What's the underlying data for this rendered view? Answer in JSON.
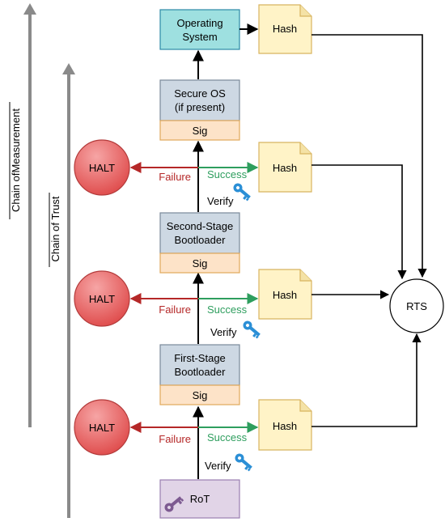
{
  "axes": {
    "measurement": "Chain ofMeasurement",
    "trust": "Chain of Trust"
  },
  "blocks": {
    "os": [
      "Operating",
      "System"
    ],
    "secure_os": [
      "Secure OS",
      "(if present)"
    ],
    "second_stage": [
      "Second-Stage",
      "Bootloader"
    ],
    "first_stage": [
      "First-Stage",
      "Bootloader"
    ],
    "rot": "RoT",
    "sig": "Sig"
  },
  "hash_label": "Hash",
  "halt_label": "HALT",
  "rts_label": "RTS",
  "edge_labels": {
    "failure": "Failure",
    "success": "Success",
    "verify": "Verify"
  },
  "colors": {
    "os_fill": "#9ee0e0",
    "os_stroke": "#2c8aa6",
    "stage_fill": "#cdd8e3",
    "stage_stroke": "#7a8a9a",
    "sig_fill": "#fde3c8",
    "sig_stroke": "#e0a85a",
    "hash_fill": "#fff3c7",
    "hash_stroke": "#d8b460",
    "halt_fill": "#e85c5c",
    "halt_stroke": "#b33b3b",
    "rot_fill": "#e1d4e7",
    "rot_stroke": "#9a7fb0",
    "failure_color": "#b52828",
    "success_color": "#2e9e5e",
    "key_color": "#2b8fd6",
    "rot_key_color": "#7d5a91",
    "chain_color": "#8a8a8a"
  }
}
